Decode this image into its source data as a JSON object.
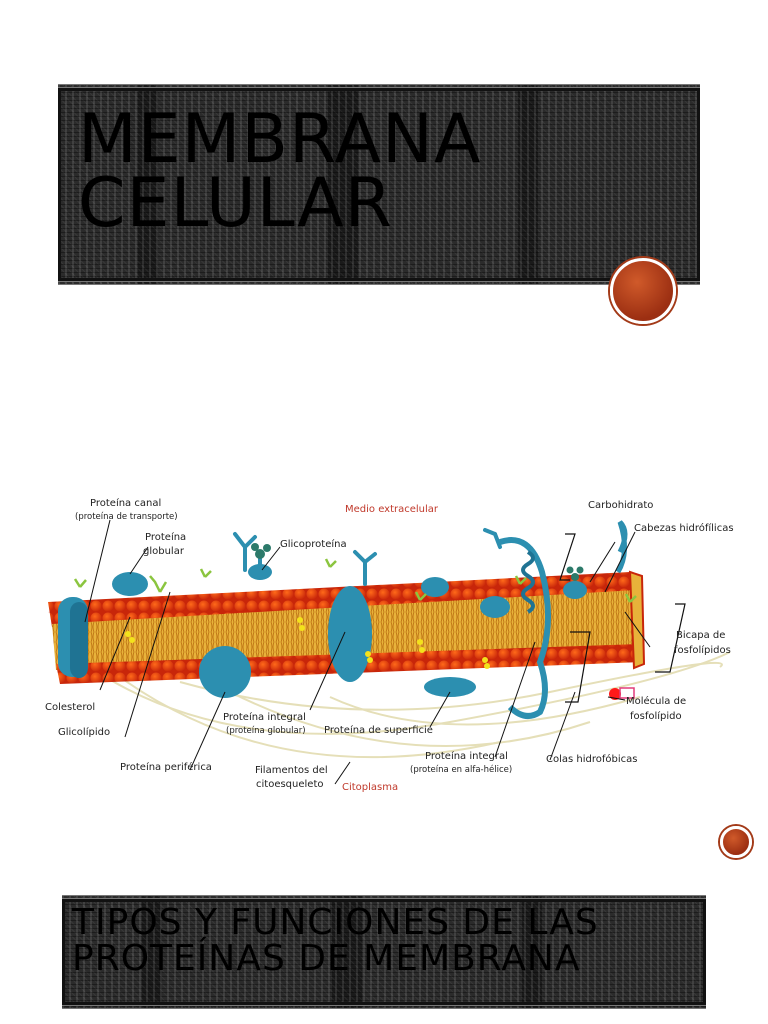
{
  "title_1": "MEMBRANA CELULAR",
  "title_2": "TIPOS Y FUNCIONES DE LAS PROTEÍNAS DE MEMBRANA",
  "accent_color": "#a33a18",
  "diagram": {
    "labels": {
      "canal": "Proteína canal",
      "canal_sub": "(proteína de transporte)",
      "globular_1": "Proteína",
      "globular_2": "globular",
      "glicoproteina": "Glicoproteína",
      "medio": "Medio extracelular",
      "carbohidrato": "Carbohidrato",
      "cabezas": "Cabezas hidrófílicas",
      "bicapa_1": "Bicapa de",
      "bicapa_2": "fosfolípidos",
      "molecula_1": "Molécula de",
      "molecula_2": "fosfolípido",
      "colesterol": "Colesterol",
      "glicolipido": "Glicolípido",
      "integral": "Proteína integral",
      "integral_sub": "(proteína globular)",
      "superficie": "Proteína de superficie",
      "integral2": "Proteína integral",
      "integral2_sub": "(proteína en alfa-hélice)",
      "colas": "Colas hidrofóbicas",
      "periferica": "Proteína periférica",
      "filamentos_1": "Filamentos del",
      "filamentos_2": "citoesqueleto",
      "citoplasma": "Citoplasma"
    }
  }
}
